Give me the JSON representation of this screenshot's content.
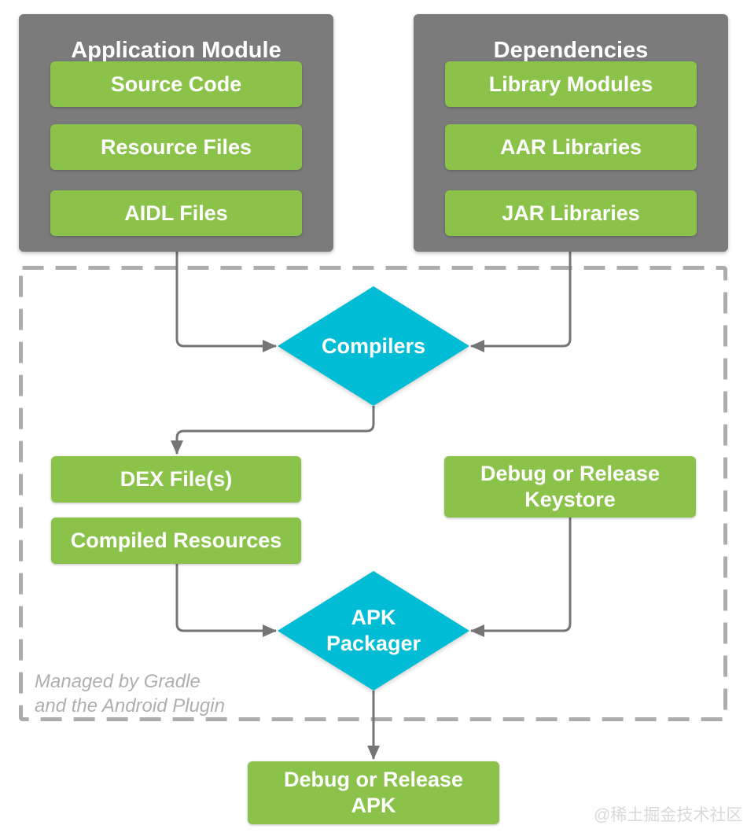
{
  "palette": {
    "green": "#8BC34A",
    "cyan": "#00BCD4",
    "container_gray": "#7B7B7B",
    "line_gray": "#757575",
    "dash_gray": "#ACACAC",
    "note_gray": "#AFAFAF",
    "watermark_gray": "#D9D9D9",
    "label_white": "#FFFFFF"
  },
  "groups": {
    "application_module": {
      "title": "Application Module",
      "items": [
        "Source Code",
        "Resource Files",
        "AIDL Files"
      ]
    },
    "dependencies": {
      "title": "Dependencies",
      "items": [
        "Library Modules",
        "AAR Libraries",
        "JAR Libraries"
      ]
    }
  },
  "process_nodes": {
    "compilers": "Compilers",
    "apk_packager_line1": "APK",
    "apk_packager_line2": "Packager"
  },
  "artifact_nodes": {
    "dex": "DEX File(s)",
    "compiled_resources": "Compiled Resources",
    "keystore_line1": "Debug or Release",
    "keystore_line2": "Keystore",
    "apk_line1": "Debug or Release",
    "apk_line2": "APK"
  },
  "annotations": {
    "gradle_note_line1": "Managed by Gradle",
    "gradle_note_line2": "and the Android Plugin",
    "watermark": "@稀土掘金技术社区"
  }
}
